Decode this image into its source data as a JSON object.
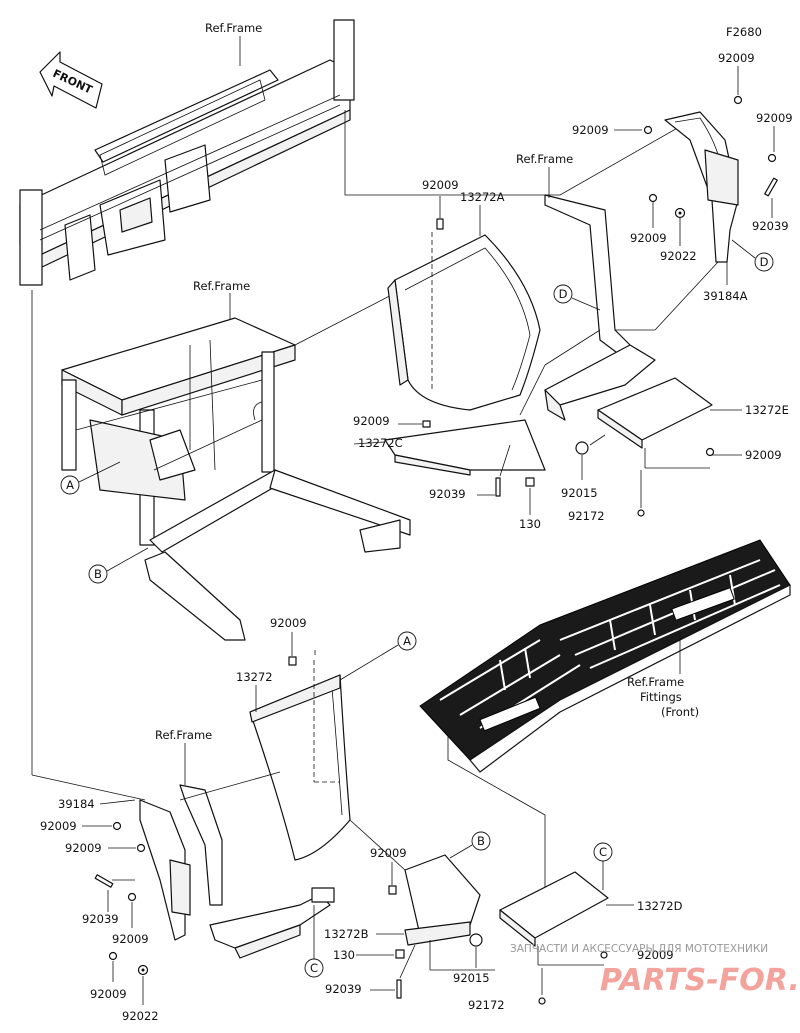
{
  "diagram": {
    "code": "F2680",
    "front_label": "FRONT",
    "ref_frame": "Ref.Frame",
    "ref_fittings": [
      "Ref.Frame",
      "Fittings",
      "(Front)"
    ]
  },
  "labels": {
    "p92009": "92009",
    "p92022": "92022",
    "p92039": "92039",
    "p92015": "92015",
    "p92172": "92172",
    "p130": "130",
    "p39184": "39184",
    "p39184A": "39184A",
    "p13272": "13272",
    "p13272A": "13272A",
    "p13272B": "13272B",
    "p13272C": "13272C",
    "p13272D": "13272D",
    "p13272E": "13272E"
  },
  "markers": {
    "a": "A",
    "b": "B",
    "c": "C",
    "d": "D"
  },
  "watermark": {
    "line1": "ЗАПЧАСТИ И АКСЕССУАРЫ ДЛЯ МОТОТЕХНИКИ",
    "line2": "PARTS-FOR.RU"
  },
  "colors": {
    "ink": "#111111",
    "mat": "#1a1a1a",
    "watermark": "#f3a39c"
  }
}
